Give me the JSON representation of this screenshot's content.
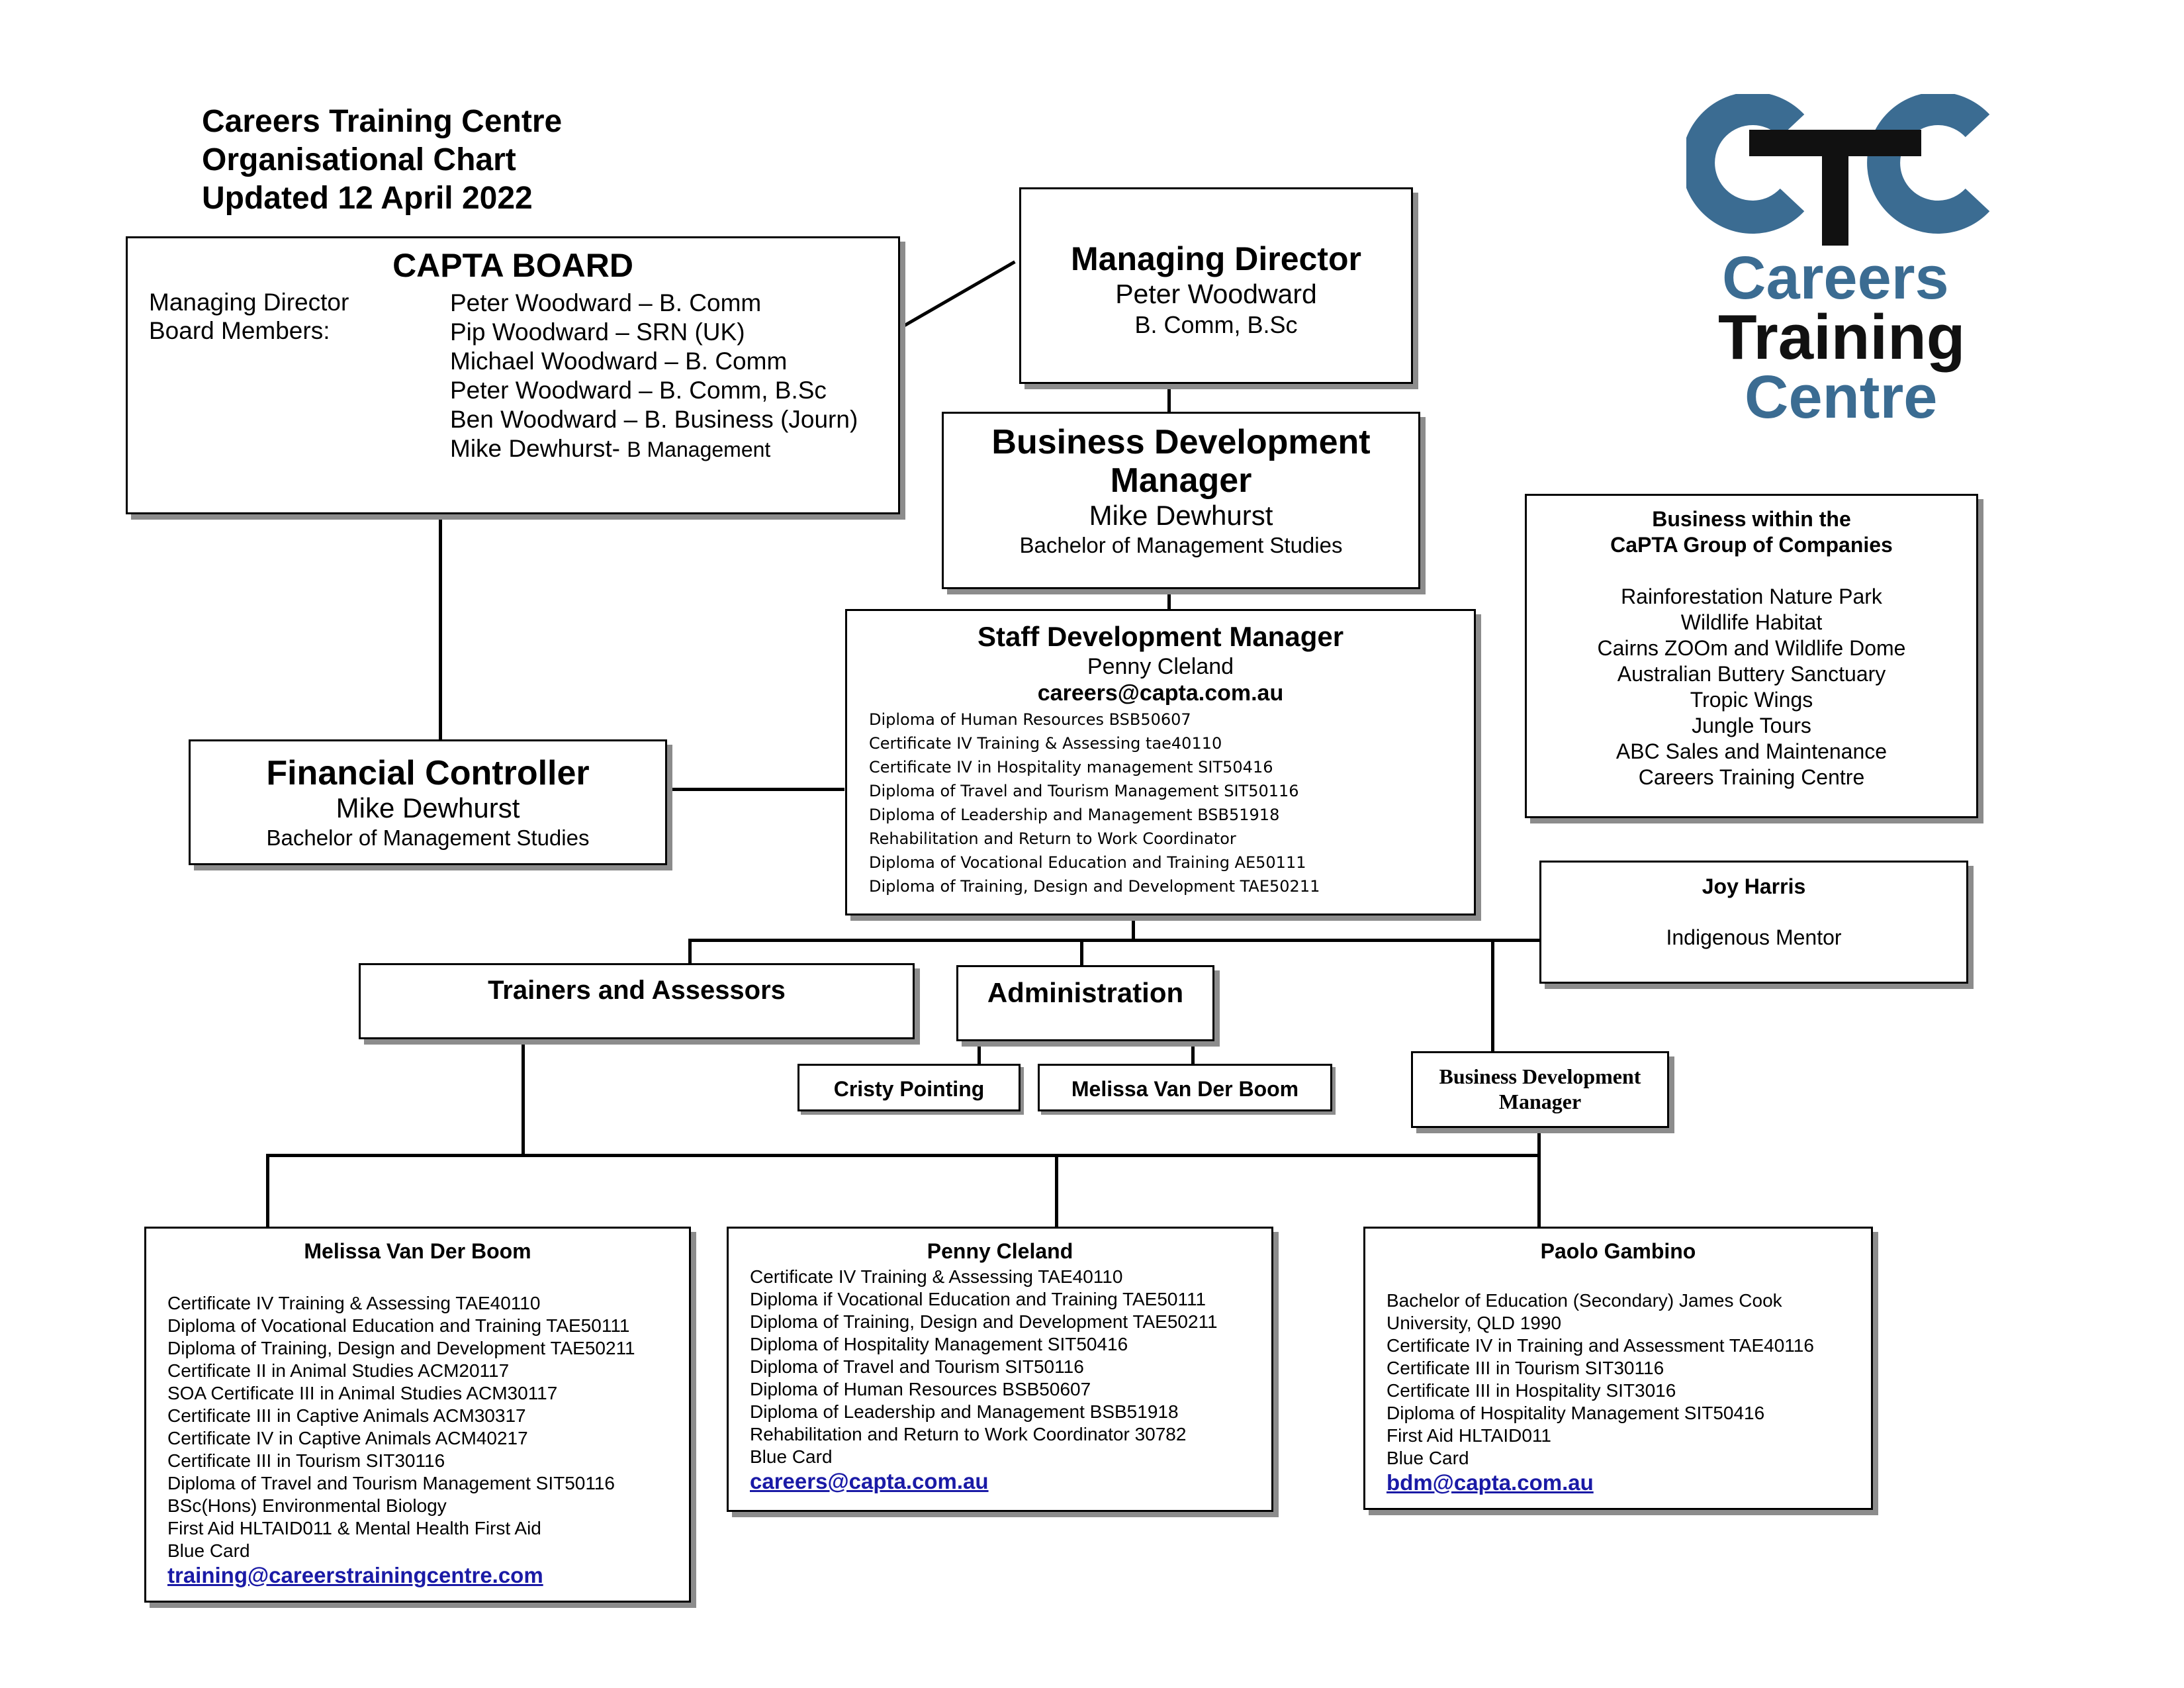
{
  "header": {
    "line1": "Careers Training Centre",
    "line2": "Organisational Chart",
    "line3": "Updated 12 April 2022"
  },
  "logo": {
    "letters": "CTC",
    "word1": "Careers",
    "word2": "Training",
    "word3": "Centre",
    "color_blue": "#3b6c92",
    "color_black": "#111111"
  },
  "board": {
    "title": "CAPTA BOARD",
    "md_label": "Managing Director",
    "members_label": "Board Members:",
    "md_name": "Peter Woodward – B. Comm",
    "members": [
      "Pip Woodward – SRN (UK)",
      "Michael Woodward – B. Comm",
      "Peter Woodward – B. Comm, B.Sc",
      "Ben Woodward – B. Business (Journ)"
    ],
    "last_member_name": "Mike Dewhurst-",
    "last_member_qual": "B Management"
  },
  "md": {
    "title": "Managing Director",
    "name": "Peter Woodward",
    "qual": "B. Comm, B.Sc"
  },
  "bdm_top": {
    "title_line1": "Business Development",
    "title_line2": "Manager",
    "name": "Mike Dewhurst",
    "qual": "Bachelor of Management Studies"
  },
  "sdm": {
    "title": "Staff Development Manager",
    "name": "Penny Cleland",
    "email": "careers@capta.com.au",
    "quals": [
      "Diploma of Human Resources BSB50607",
      "Certificate IV Training & Assessing tae40110",
      "Certificate IV in Hospitality management SIT50416",
      "Diploma of  Travel and Tourism Management SIT50116",
      "Diploma of Leadership and Management BSB51918",
      "Rehabilitation and Return to Work Coordinator",
      "Diploma of Vocational Education and Training  AE50111",
      "Diploma of Training, Design and Development TAE50211"
    ]
  },
  "fc": {
    "title": "Financial Controller",
    "name": "Mike Dewhurst",
    "qual": "Bachelor of Management Studies"
  },
  "group": {
    "title_line1": "Business within the",
    "title_line2": "CaPTA Group of Companies",
    "items": [
      "Rainforestation Nature Park",
      "Wildlife Habitat",
      "Cairns ZOOm and Wildlife Dome",
      "Australian Buttery Sanctuary",
      "Tropic Wings",
      "Jungle Tours",
      "ABC Sales and Maintenance",
      "Careers Training Centre"
    ]
  },
  "mentor": {
    "name": "Joy Harris",
    "role": "Indigenous Mentor"
  },
  "trainers": {
    "title": "Trainers and Assessors"
  },
  "admin": {
    "title": "Administration",
    "staff": [
      "Cristy Pointing",
      "Melissa Van Der Boom"
    ]
  },
  "bdm_small": {
    "line1": "Business Development",
    "line2": "Manager"
  },
  "melissa": {
    "name": "Melissa Van Der Boom",
    "quals": [
      "Certificate IV Training & Assessing TAE40110",
      "Diploma of Vocational Education and Training TAE50111",
      "Diploma of Training, Design and Development TAE50211",
      "Certificate II in Animal Studies ACM20117",
      "SOA Certificate III in Animal Studies ACM30117",
      "Certificate III in Captive Animals ACM30317",
      "Certificate IV in Captive Animals ACM40217",
      "Certificate III in Tourism SIT30116",
      "Diploma of Travel and Tourism Management SIT50116",
      "BSc(Hons) Environmental Biology",
      "First Aid HLTAID011 & Mental Health First Aid",
      "Blue Card"
    ],
    "email": "training@careerstrainingcentre.com"
  },
  "penny": {
    "name": "Penny Cleland",
    "quals": [
      "Certificate IV Training & Assessing TAE40110",
      "Diploma if Vocational Education and Training TAE50111",
      "Diploma of Training, Design and Development TAE50211",
      "Diploma of Hospitality Management SIT50416",
      "Diploma of Travel and Tourism SIT50116",
      "Diploma of Human Resources BSB50607",
      "Diploma of Leadership and Management BSB51918",
      "Rehabilitation and Return to Work Coordinator 30782",
      "Blue Card"
    ],
    "email": "careers@capta.com.au"
  },
  "paolo": {
    "name": "Paolo Gambino",
    "quals": [
      "Bachelor of Education (Secondary) James Cook",
      "University, QLD  1990",
      "Certificate IV in Training and Assessment TAE40116",
      "Certificate III in Tourism SIT30116",
      "Certificate III in Hospitality SIT3016",
      "Diploma of Hospitality Management SIT50416",
      "First Aid HLTAID011",
      "Blue Card"
    ],
    "email": "bdm@capta.com.au"
  }
}
